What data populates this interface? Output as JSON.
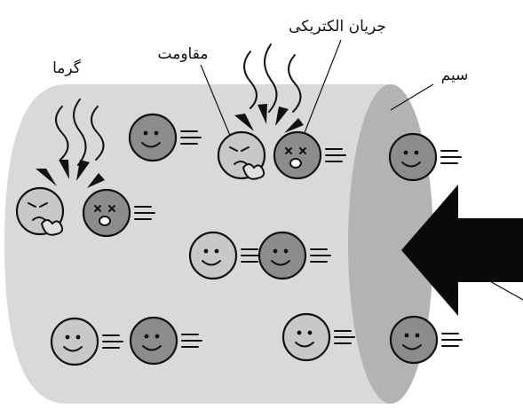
{
  "labels": {
    "heat": "گرما",
    "resistance": "مقاومت",
    "current": "جریان الکتریکی",
    "wire": "سیم"
  },
  "colors": {
    "wire_body": "#d9d9d9",
    "wire_end": "#b3b3b3",
    "electron_dark": "#8c8c8c",
    "electron_light": "#c8c8c8",
    "outline": "#111111",
    "arrow": "#0a0a0a"
  },
  "electrons": [
    {
      "kind": "moving",
      "shade": "dark",
      "face": "smile"
    },
    {
      "kind": "collided",
      "shade": "light",
      "face": "hurt"
    },
    {
      "kind": "collided",
      "shade": "dark",
      "face": "dizzy"
    },
    {
      "kind": "moving",
      "shade": "dark",
      "face": "smile"
    },
    {
      "kind": "collided",
      "shade": "light",
      "face": "hurt"
    },
    {
      "kind": "collided",
      "shade": "dark",
      "face": "dizzy"
    },
    {
      "kind": "moving",
      "shade": "light",
      "face": "smile"
    },
    {
      "kind": "moving",
      "shade": "dark",
      "face": "smile"
    },
    {
      "kind": "moving",
      "shade": "light",
      "face": "smile"
    },
    {
      "kind": "moving",
      "shade": "dark",
      "face": "smile"
    },
    {
      "kind": "moving",
      "shade": "light",
      "face": "smile"
    },
    {
      "kind": "moving",
      "shade": "dark",
      "face": "smile"
    }
  ]
}
